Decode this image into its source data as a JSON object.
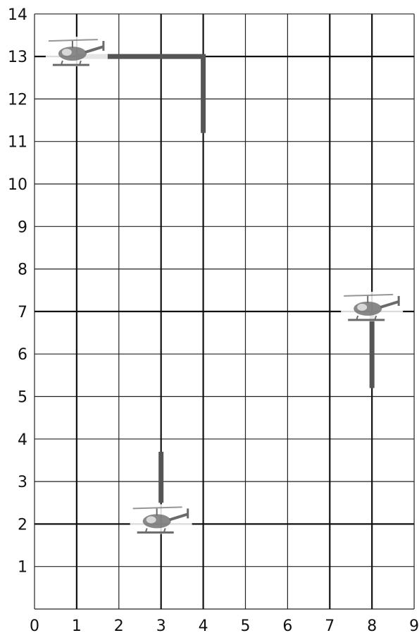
{
  "x_axis": {
    "min": 0,
    "max": 9,
    "ticks": [
      "0",
      "1",
      "2",
      "3",
      "4",
      "5",
      "6",
      "7",
      "8",
      "9"
    ]
  },
  "y_axis": {
    "min": 0,
    "max": 14,
    "ticks": [
      "1",
      "2",
      "3",
      "4",
      "5",
      "6",
      "7",
      "8",
      "9",
      "10",
      "11",
      "12",
      "13",
      "14"
    ]
  },
  "major_lines": {
    "x": [
      1,
      3,
      4,
      7,
      8
    ],
    "y": [
      2,
      7,
      13
    ]
  },
  "helicopters": [
    {
      "id": "helicopter-1",
      "x": 1,
      "y": 13
    },
    {
      "id": "helicopter-2",
      "x": 8,
      "y": 7
    },
    {
      "id": "helicopter-3",
      "x": 3,
      "y": 2
    }
  ],
  "paths": [
    {
      "id": "path-helicopter-1",
      "points": [
        [
          1,
          13
        ],
        [
          4,
          13
        ],
        [
          4,
          11.2
        ]
      ]
    },
    {
      "id": "path-helicopter-2",
      "points": [
        [
          8,
          7
        ],
        [
          8,
          5.2
        ]
      ]
    },
    {
      "id": "path-helicopter-3",
      "points": [
        [
          3,
          2.5
        ],
        [
          3,
          3.7
        ]
      ]
    }
  ],
  "colors": {
    "grid": "#222222",
    "path": "#555555",
    "helicopter": "#6a6a6a"
  }
}
